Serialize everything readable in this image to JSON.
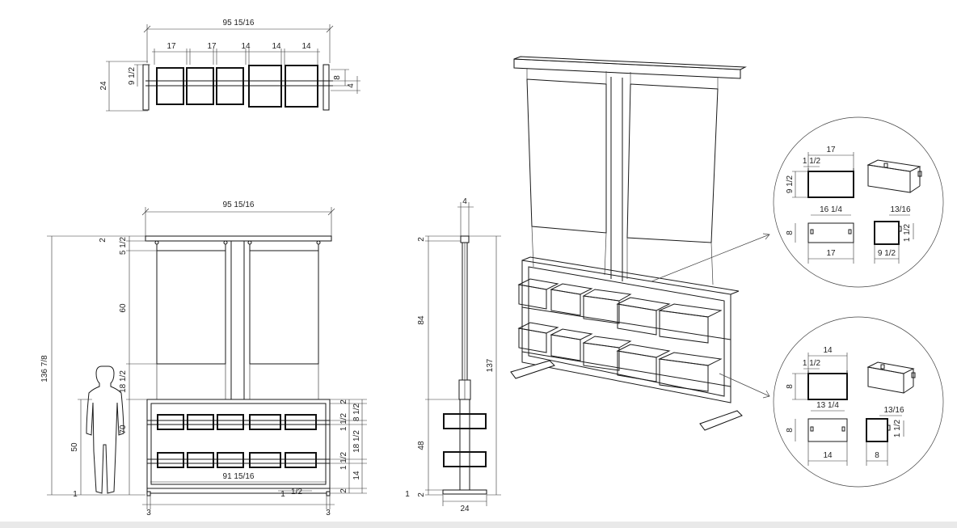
{
  "top_view": {
    "overall_width": "95 15/16",
    "segments": [
      "17",
      "17",
      "14",
      "14",
      "14"
    ],
    "depth": "24",
    "box_depth": "9 1/2",
    "rail_a": "8",
    "rail_b": "4"
  },
  "front_view": {
    "overall_width": "95 15/16",
    "overall_height": "136 7/8",
    "inner_width": "91 15/16",
    "top_bar": "2",
    "hanger_gap": "5 1/2",
    "panel_height": "60",
    "cable_drop": "18 1/2",
    "frame_height": "70",
    "person_height": "50",
    "base_offset": "1",
    "frame_right_dims": [
      "2",
      "8 1/2",
      "1 1/2",
      "18 1/2",
      "1 1/2",
      "14",
      "2"
    ],
    "side_feet": [
      "3",
      "3"
    ],
    "bottom_small": [
      "1",
      "1/2"
    ]
  },
  "side_view": {
    "top_width": "4",
    "top_bar": "2",
    "upper_height": "84",
    "lower_height": "48",
    "overall_height": "137",
    "base_depth": "24",
    "base_small": [
      "1",
      "2"
    ]
  },
  "detail_large": {
    "width": "17",
    "lip": "1 1/2",
    "depth": "9 1/2",
    "height": "8",
    "inner_width": "16 1/4",
    "bottom_width": "17",
    "side_width": "9 1/2",
    "side_lip": "13/16",
    "side_small": "1 1/2"
  },
  "detail_small": {
    "width": "14",
    "lip": "1 1/2",
    "depth": "8",
    "height": "8",
    "inner_width": "13 1/4",
    "bottom_width": "14",
    "side_width": "8",
    "side_lip": "13/16",
    "side_small": "1 1/2"
  }
}
